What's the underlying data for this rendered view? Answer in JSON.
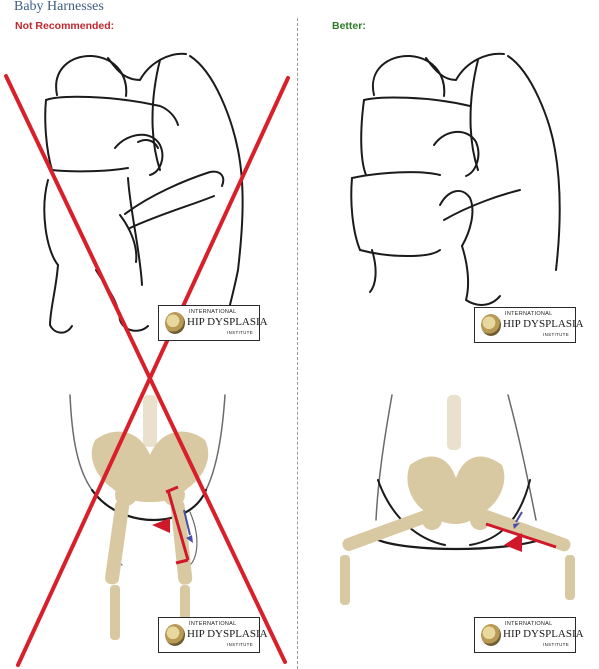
{
  "page": {
    "title": "Baby Harnesses"
  },
  "columns": {
    "left": {
      "label": "Not Recommended:"
    },
    "right": {
      "label": "Better:"
    }
  },
  "logo": {
    "line1": "INTERNATIONAL",
    "line2": "HIP DYSPLASIA",
    "line3": "INSTITUTE"
  },
  "colors": {
    "title": "#3f5f86",
    "bad": "#c1272d",
    "good": "#2f7a28",
    "bone": "#d9c9a3",
    "cross": "#d8202a",
    "arrow": "#4a4fa6",
    "angle": "#d1182b"
  }
}
